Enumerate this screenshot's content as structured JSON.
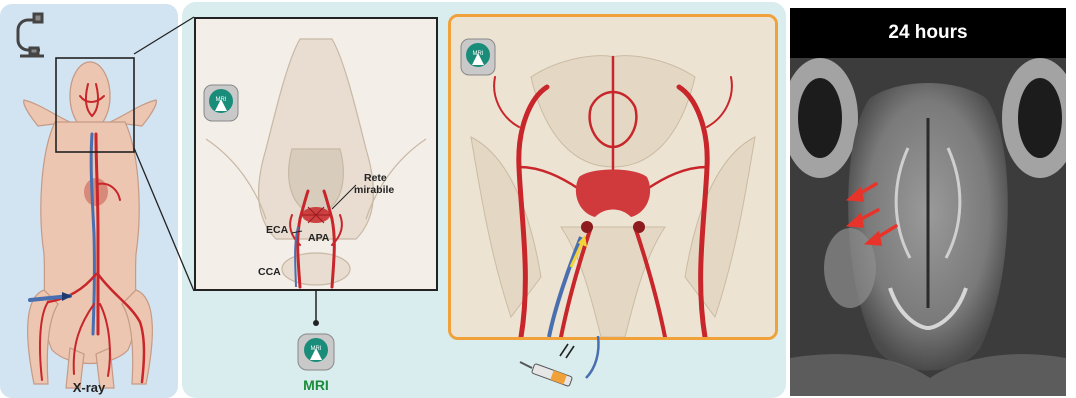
{
  "left_panel": {
    "modality_label": "X-ray",
    "label_color": "#2b4f9a"
  },
  "zoom_panel": {
    "labels": {
      "rete": "Rete",
      "mirabile": "mirabile",
      "eca": "ECA",
      "apa": "APA",
      "cca": "CCA"
    }
  },
  "mid_panel": {
    "modality_label": "MRI",
    "label_color": "#1a8c3a"
  },
  "mri_badges": {
    "text": "MRI"
  },
  "image_panel": {
    "header": "24 hours"
  },
  "colors": {
    "artery": "#c8262a",
    "vein": "#4a6fb0",
    "arrow": "#e8332a",
    "catheter_tip": "#f2d33a"
  }
}
